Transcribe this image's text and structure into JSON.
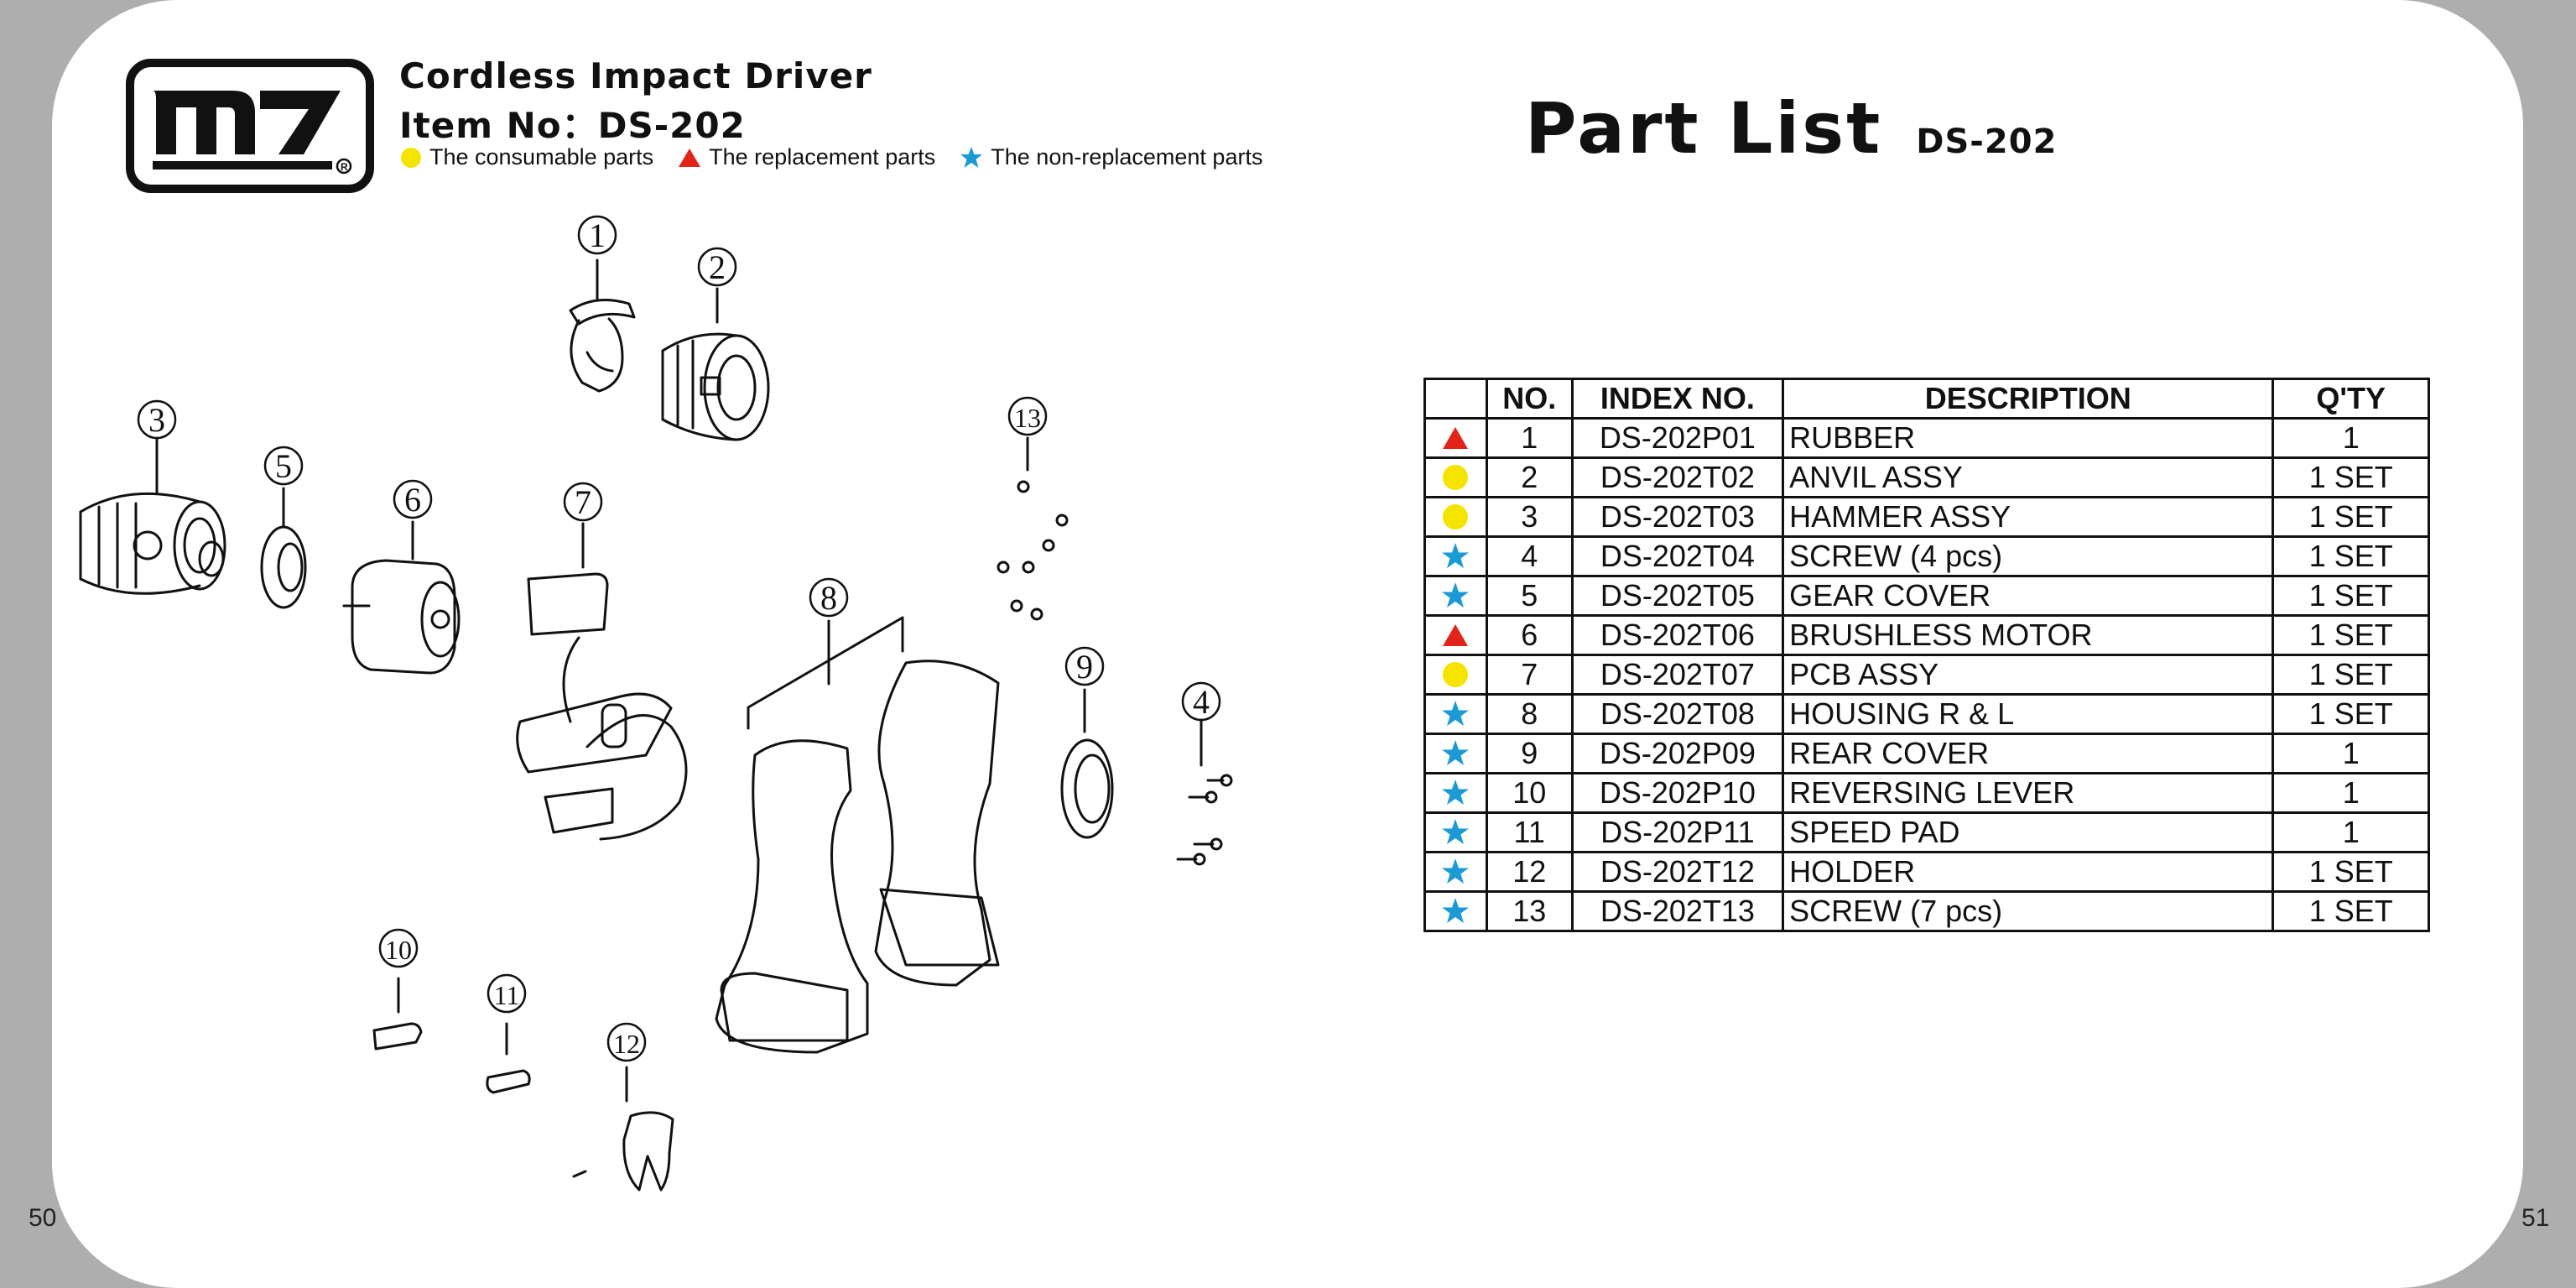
{
  "page_numbers": {
    "left": "50",
    "right": "51"
  },
  "header": {
    "title": "Cordless Impact Driver",
    "item_no": "Item No：DS-202",
    "logo_text": "m7"
  },
  "legend": [
    {
      "symbol": "yellow-circle",
      "label": "The consumable parts",
      "color": "#f5e400"
    },
    {
      "symbol": "red-triangle",
      "label": "The replacement parts",
      "color": "#e2231a"
    },
    {
      "symbol": "blue-star",
      "label": "The non-replacement parts",
      "color": "#1b9ad6"
    }
  ],
  "part_list": {
    "title": "Part List",
    "model": "DS-202",
    "columns": [
      "",
      "NO.",
      "INDEX NO.",
      "DESCRIPTION",
      "Q'TY"
    ],
    "rows": [
      {
        "symbol": "red-triangle",
        "no": "1",
        "index": "DS-202P01",
        "description": "RUBBER",
        "qty": "1"
      },
      {
        "symbol": "yellow-circle",
        "no": "2",
        "index": "DS-202T02",
        "description": "ANVIL ASSY",
        "qty": "1 SET"
      },
      {
        "symbol": "yellow-circle",
        "no": "3",
        "index": "DS-202T03",
        "description": "HAMMER ASSY",
        "qty": "1 SET"
      },
      {
        "symbol": "blue-star",
        "no": "4",
        "index": "DS-202T04",
        "description": "SCREW (4 pcs)",
        "qty": "1 SET"
      },
      {
        "symbol": "blue-star",
        "no": "5",
        "index": "DS-202T05",
        "description": "GEAR COVER",
        "qty": "1 SET"
      },
      {
        "symbol": "red-triangle",
        "no": "6",
        "index": "DS-202T06",
        "description": "BRUSHLESS MOTOR",
        "qty": "1 SET"
      },
      {
        "symbol": "yellow-circle",
        "no": "7",
        "index": "DS-202T07",
        "description": "PCB ASSY",
        "qty": "1 SET"
      },
      {
        "symbol": "blue-star",
        "no": "8",
        "index": "DS-202T08",
        "description": "HOUSING R & L",
        "qty": "1 SET"
      },
      {
        "symbol": "blue-star",
        "no": "9",
        "index": "DS-202P09",
        "description": "REAR COVER",
        "qty": "1"
      },
      {
        "symbol": "blue-star",
        "no": "10",
        "index": "DS-202P10",
        "description": "REVERSING LEVER",
        "qty": "1"
      },
      {
        "symbol": "blue-star",
        "no": "11",
        "index": "DS-202P11",
        "description": "SPEED PAD",
        "qty": "1"
      },
      {
        "symbol": "blue-star",
        "no": "12",
        "index": "DS-202T12",
        "description": "HOLDER",
        "qty": "1 SET"
      },
      {
        "symbol": "blue-star",
        "no": "13",
        "index": "DS-202T13",
        "description": "SCREW (7 pcs)",
        "qty": "1 SET"
      }
    ]
  },
  "callouts": [
    "1",
    "2",
    "3",
    "4",
    "5",
    "6",
    "7",
    "8",
    "9",
    "10",
    "11",
    "12",
    "13"
  ]
}
